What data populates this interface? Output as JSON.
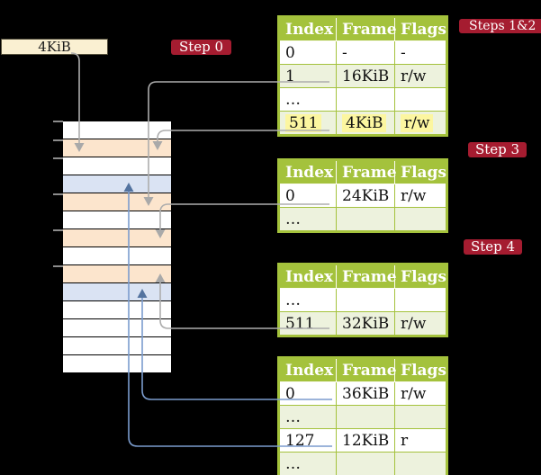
{
  "colors": {
    "background": "#000000",
    "badge_red": "#a51c30",
    "table_header_olive": "#a4c23c",
    "table_row_tint": "#edf2dd",
    "highlight_yellow": "#fcf6a0",
    "memory_frame_peach": "#fce5cd",
    "memory_pagetable_blue": "#dae3f3",
    "page_box_cream": "#faf0d2",
    "arrow_gray": "#adadad",
    "arrow_blue": "#7b9cce"
  },
  "page_size_box": {
    "label": "4KiB"
  },
  "badges": {
    "step0": "Step 0",
    "steps12": "Steps 1&2",
    "step3": "Step 3",
    "step4": "Step 4"
  },
  "memory_column": {
    "rows": [
      "white",
      "peach",
      "white",
      "blue",
      "peach",
      "white",
      "peach",
      "white",
      "peach",
      "blue",
      "white",
      "white",
      "white",
      "white"
    ]
  },
  "tables": [
    {
      "name": "page-table-steps-1-2",
      "headers": [
        "Index",
        "Frame",
        "Flags"
      ],
      "rows": [
        {
          "cells": [
            "0",
            "-",
            "-"
          ],
          "tint": false,
          "highlight": false
        },
        {
          "cells": [
            "1",
            "16KiB",
            "r/w"
          ],
          "tint": true,
          "highlight": false
        },
        {
          "cells": [
            "…",
            "",
            ""
          ],
          "tint": false,
          "highlight": false
        },
        {
          "cells": [
            "511",
            "4KiB",
            "r/w"
          ],
          "tint": true,
          "highlight": true
        }
      ]
    },
    {
      "name": "page-table-step-3",
      "headers": [
        "Index",
        "Frame",
        "Flags"
      ],
      "rows": [
        {
          "cells": [
            "0",
            "24KiB",
            "r/w"
          ],
          "tint": false,
          "highlight": false
        },
        {
          "cells": [
            "…",
            "",
            ""
          ],
          "tint": true,
          "highlight": false
        }
      ]
    },
    {
      "name": "page-table-step-4",
      "headers": [
        "Index",
        "Frame",
        "Flags"
      ],
      "rows": [
        {
          "cells": [
            "…",
            "",
            ""
          ],
          "tint": false,
          "highlight": false
        },
        {
          "cells": [
            "511",
            "32KiB",
            "r/w"
          ],
          "tint": true,
          "highlight": false
        }
      ]
    },
    {
      "name": "page-table-bottom",
      "headers": [
        "Index",
        "Frame",
        "Flags"
      ],
      "rows": [
        {
          "cells": [
            "0",
            "36KiB",
            "r/w"
          ],
          "tint": false,
          "highlight": false
        },
        {
          "cells": [
            "…",
            "",
            ""
          ],
          "tint": true,
          "highlight": false
        },
        {
          "cells": [
            "127",
            "12KiB",
            "r"
          ],
          "tint": false,
          "highlight": false
        },
        {
          "cells": [
            "…",
            "",
            ""
          ],
          "tint": true,
          "highlight": false
        }
      ]
    }
  ]
}
